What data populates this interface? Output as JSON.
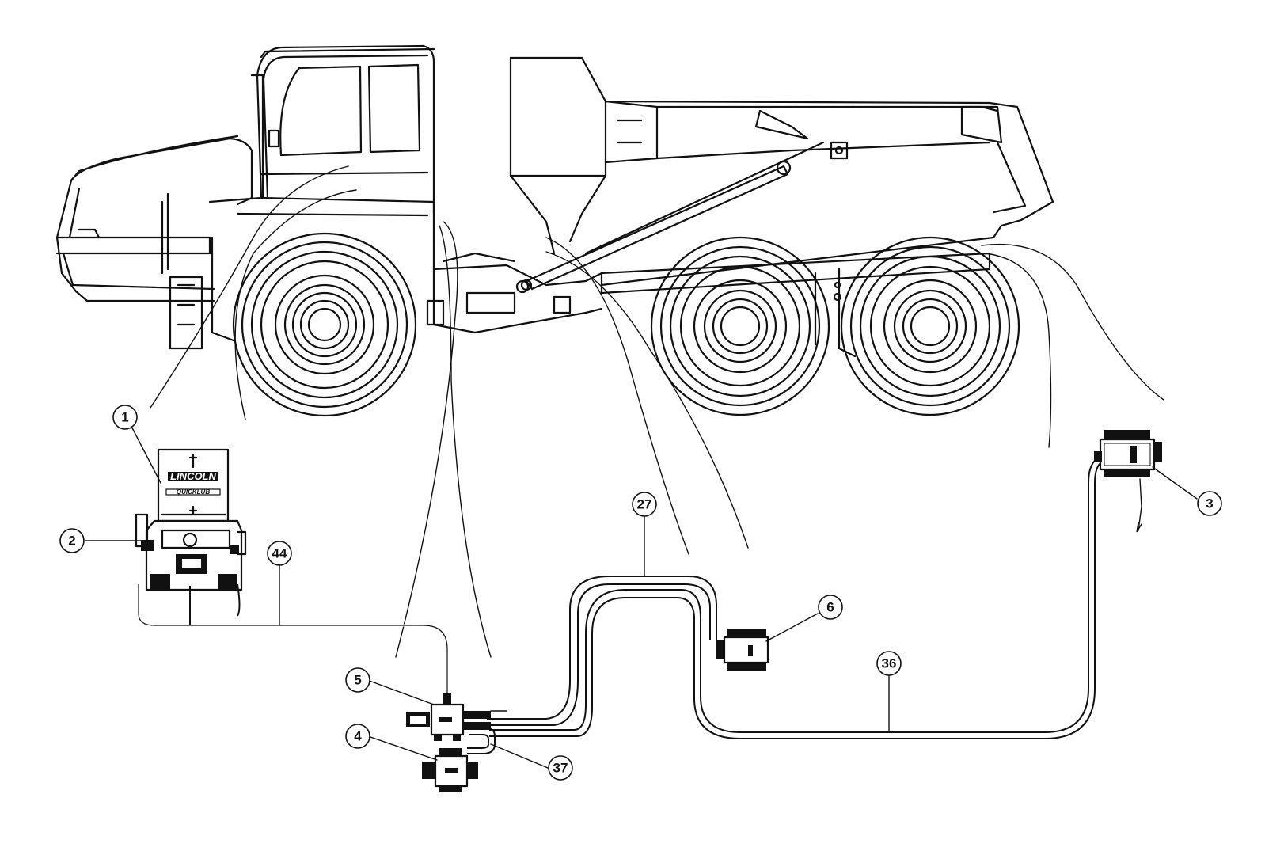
{
  "pump_brand": {
    "name": "LINCOLN",
    "subtitle": "QUICKLUB"
  },
  "callouts": [
    {
      "id": "c1",
      "label": "1"
    },
    {
      "id": "c2",
      "label": "2"
    },
    {
      "id": "c3",
      "label": "3"
    },
    {
      "id": "c4",
      "label": "4"
    },
    {
      "id": "c5",
      "label": "5"
    },
    {
      "id": "c6",
      "label": "6"
    },
    {
      "id": "c27",
      "label": "27"
    },
    {
      "id": "c36",
      "label": "36"
    },
    {
      "id": "c37",
      "label": "37"
    },
    {
      "id": "c44",
      "label": "44"
    }
  ]
}
